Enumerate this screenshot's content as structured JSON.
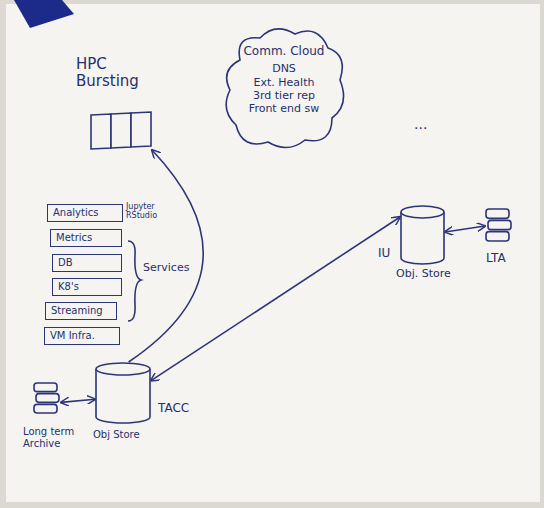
{
  "diagram": {
    "nodes": [
      {
        "text": [
          "HPC Bursting"
        ]
      },
      {
        "text": [
          "Comm. Cloud",
          "DNS",
          "Ext. Health",
          "3rd tier rep",
          "Front end sw"
        ]
      },
      {
        "text": [
          "IU",
          "Obj. Store"
        ]
      },
      {
        "text": [
          "LTA"
        ]
      },
      {
        "text": [
          "Analytics"
        ]
      },
      {
        "text": [
          "Metrics"
        ]
      },
      {
        "text": [
          "DB"
        ]
      },
      {
        "text": [
          "K8's"
        ]
      },
      {
        "text": [
          "Streaming"
        ]
      },
      {
        "text": [
          "VM Infra."
        ]
      },
      {
        "text": [
          "TACC",
          "Obj Store"
        ]
      },
      {
        "text": [
          "Long term Archive"
        ]
      }
    ],
    "edges": [
      {
        "from": 10,
        "to": 0,
        "arrow": "to"
      },
      {
        "from": 10,
        "to": 2,
        "arrow": "both"
      },
      {
        "from": 2,
        "to": 3,
        "arrow": "both"
      },
      {
        "from": 11,
        "to": 10,
        "arrow": "both"
      }
    ],
    "labels": [
      "...",
      "Jupyter RStudio",
      "Services"
    ]
  }
}
